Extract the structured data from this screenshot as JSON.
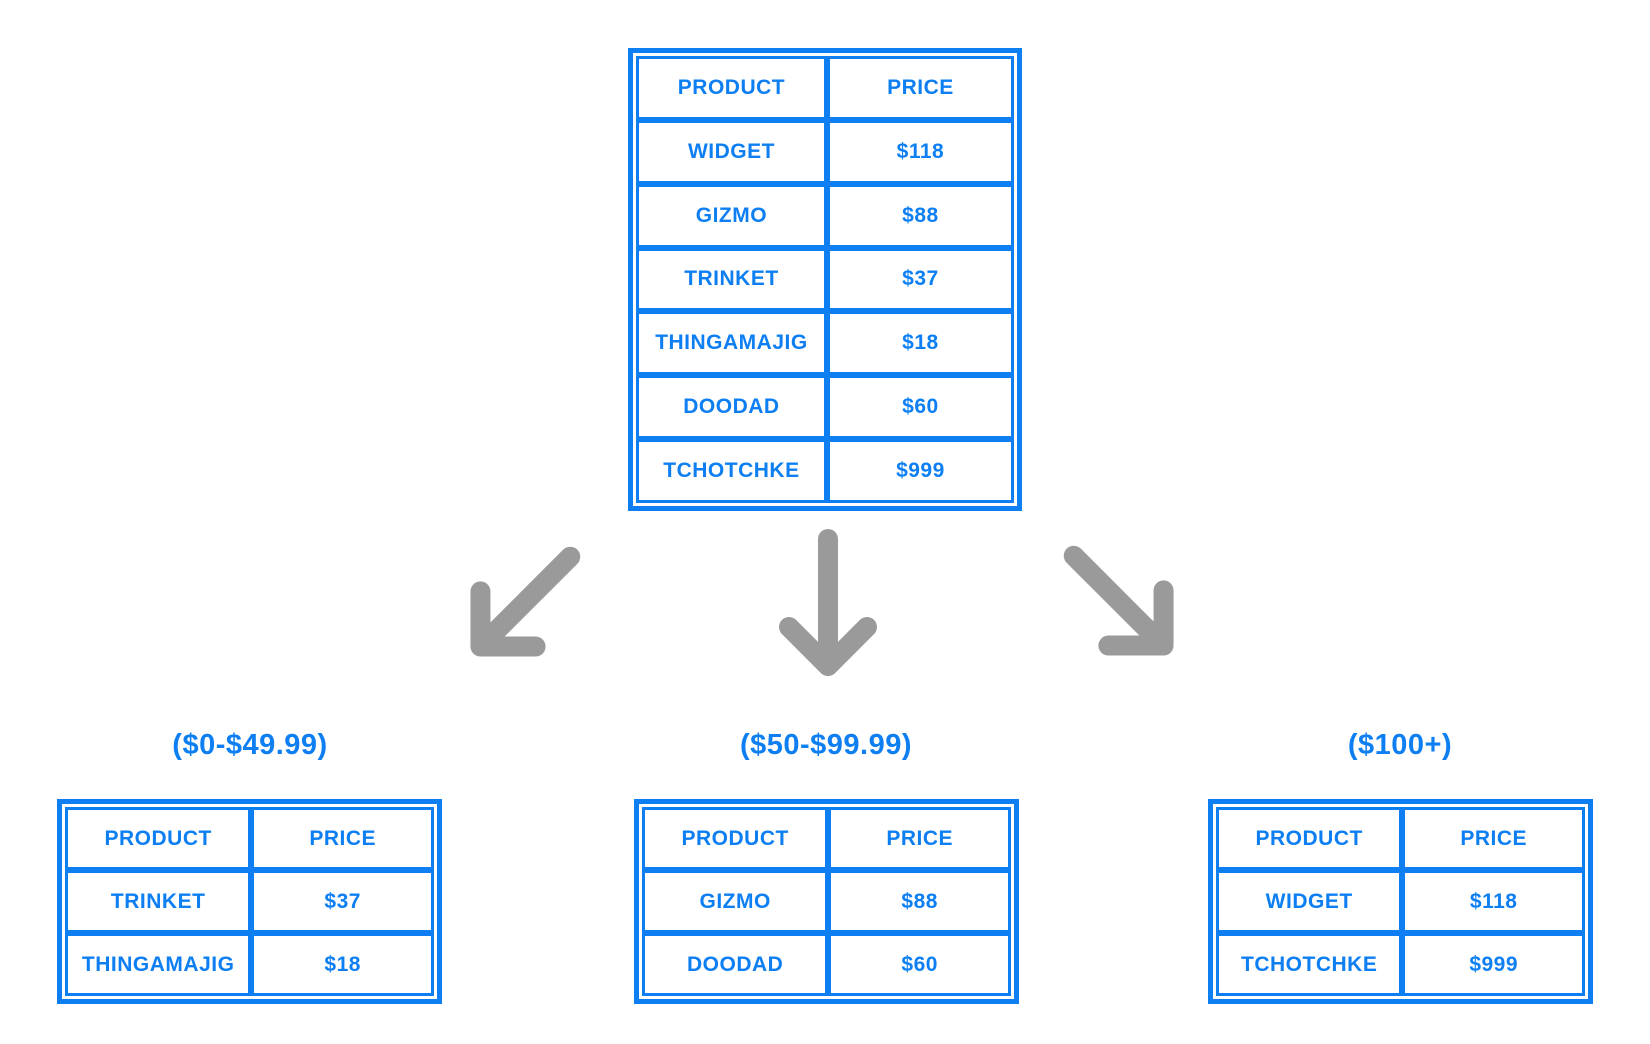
{
  "colors": {
    "accent_blue": "#0d7ff2",
    "arrow_gray": "#9a9a9a",
    "background": "#ffffff"
  },
  "source_table": {
    "headers": [
      "PRODUCT",
      "PRICE"
    ],
    "rows": [
      [
        "WIDGET",
        "$118"
      ],
      [
        "GIZMO",
        "$88"
      ],
      [
        "TRINKET",
        "$37"
      ],
      [
        "THINGAMAJIG",
        "$18"
      ],
      [
        "DOODAD",
        "$60"
      ],
      [
        "TCHOTCHKE",
        "$999"
      ]
    ]
  },
  "arrows": [
    {
      "icon": "arrow-down-left",
      "direction": "down-left"
    },
    {
      "icon": "arrow-down",
      "direction": "down"
    },
    {
      "icon": "arrow-down-right",
      "direction": "down-right"
    }
  ],
  "groups": [
    {
      "label": "($0-$49.99)",
      "headers": [
        "PRODUCT",
        "PRICE"
      ],
      "rows": [
        [
          "TRINKET",
          "$37"
        ],
        [
          "THINGAMAJIG",
          "$18"
        ]
      ]
    },
    {
      "label": "($50-$99.99)",
      "headers": [
        "PRODUCT",
        "PRICE"
      ],
      "rows": [
        [
          "GIZMO",
          "$88"
        ],
        [
          "DOODAD",
          "$60"
        ]
      ]
    },
    {
      "label": "($100+)",
      "headers": [
        "PRODUCT",
        "PRICE"
      ],
      "rows": [
        [
          "WIDGET",
          "$118"
        ],
        [
          "TCHOTCHKE",
          "$999"
        ]
      ]
    }
  ]
}
